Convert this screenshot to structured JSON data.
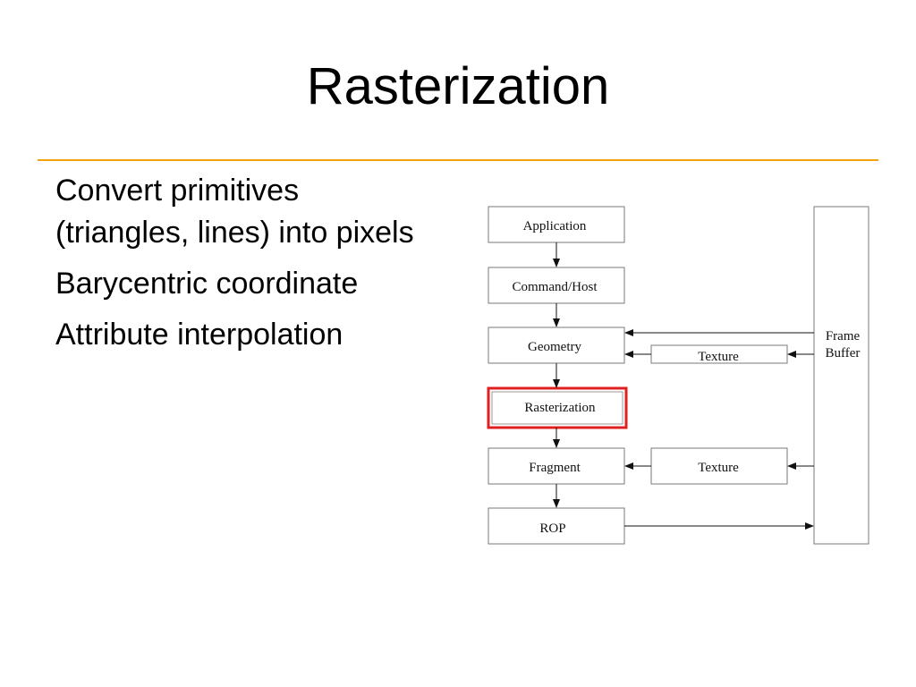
{
  "slide": {
    "title": "Rasterization",
    "bullets": [
      "Convert primitives (triangles, lines) into pixels",
      "Barycentric coordinate",
      "Attribute interpolation"
    ]
  },
  "diagram": {
    "stages": [
      "Application",
      "Command/Host",
      "Geometry",
      "Rasterization",
      "Fragment",
      "ROP"
    ],
    "highlighted_stage": "Rasterization",
    "highlight_color": "#e02020",
    "accent_rule_color": "#f2a20c",
    "geometry_texture": "Texture",
    "fragment_texture": "Texture",
    "frame_buffer_line1": "Frame",
    "frame_buffer_line2": "Buffer"
  }
}
